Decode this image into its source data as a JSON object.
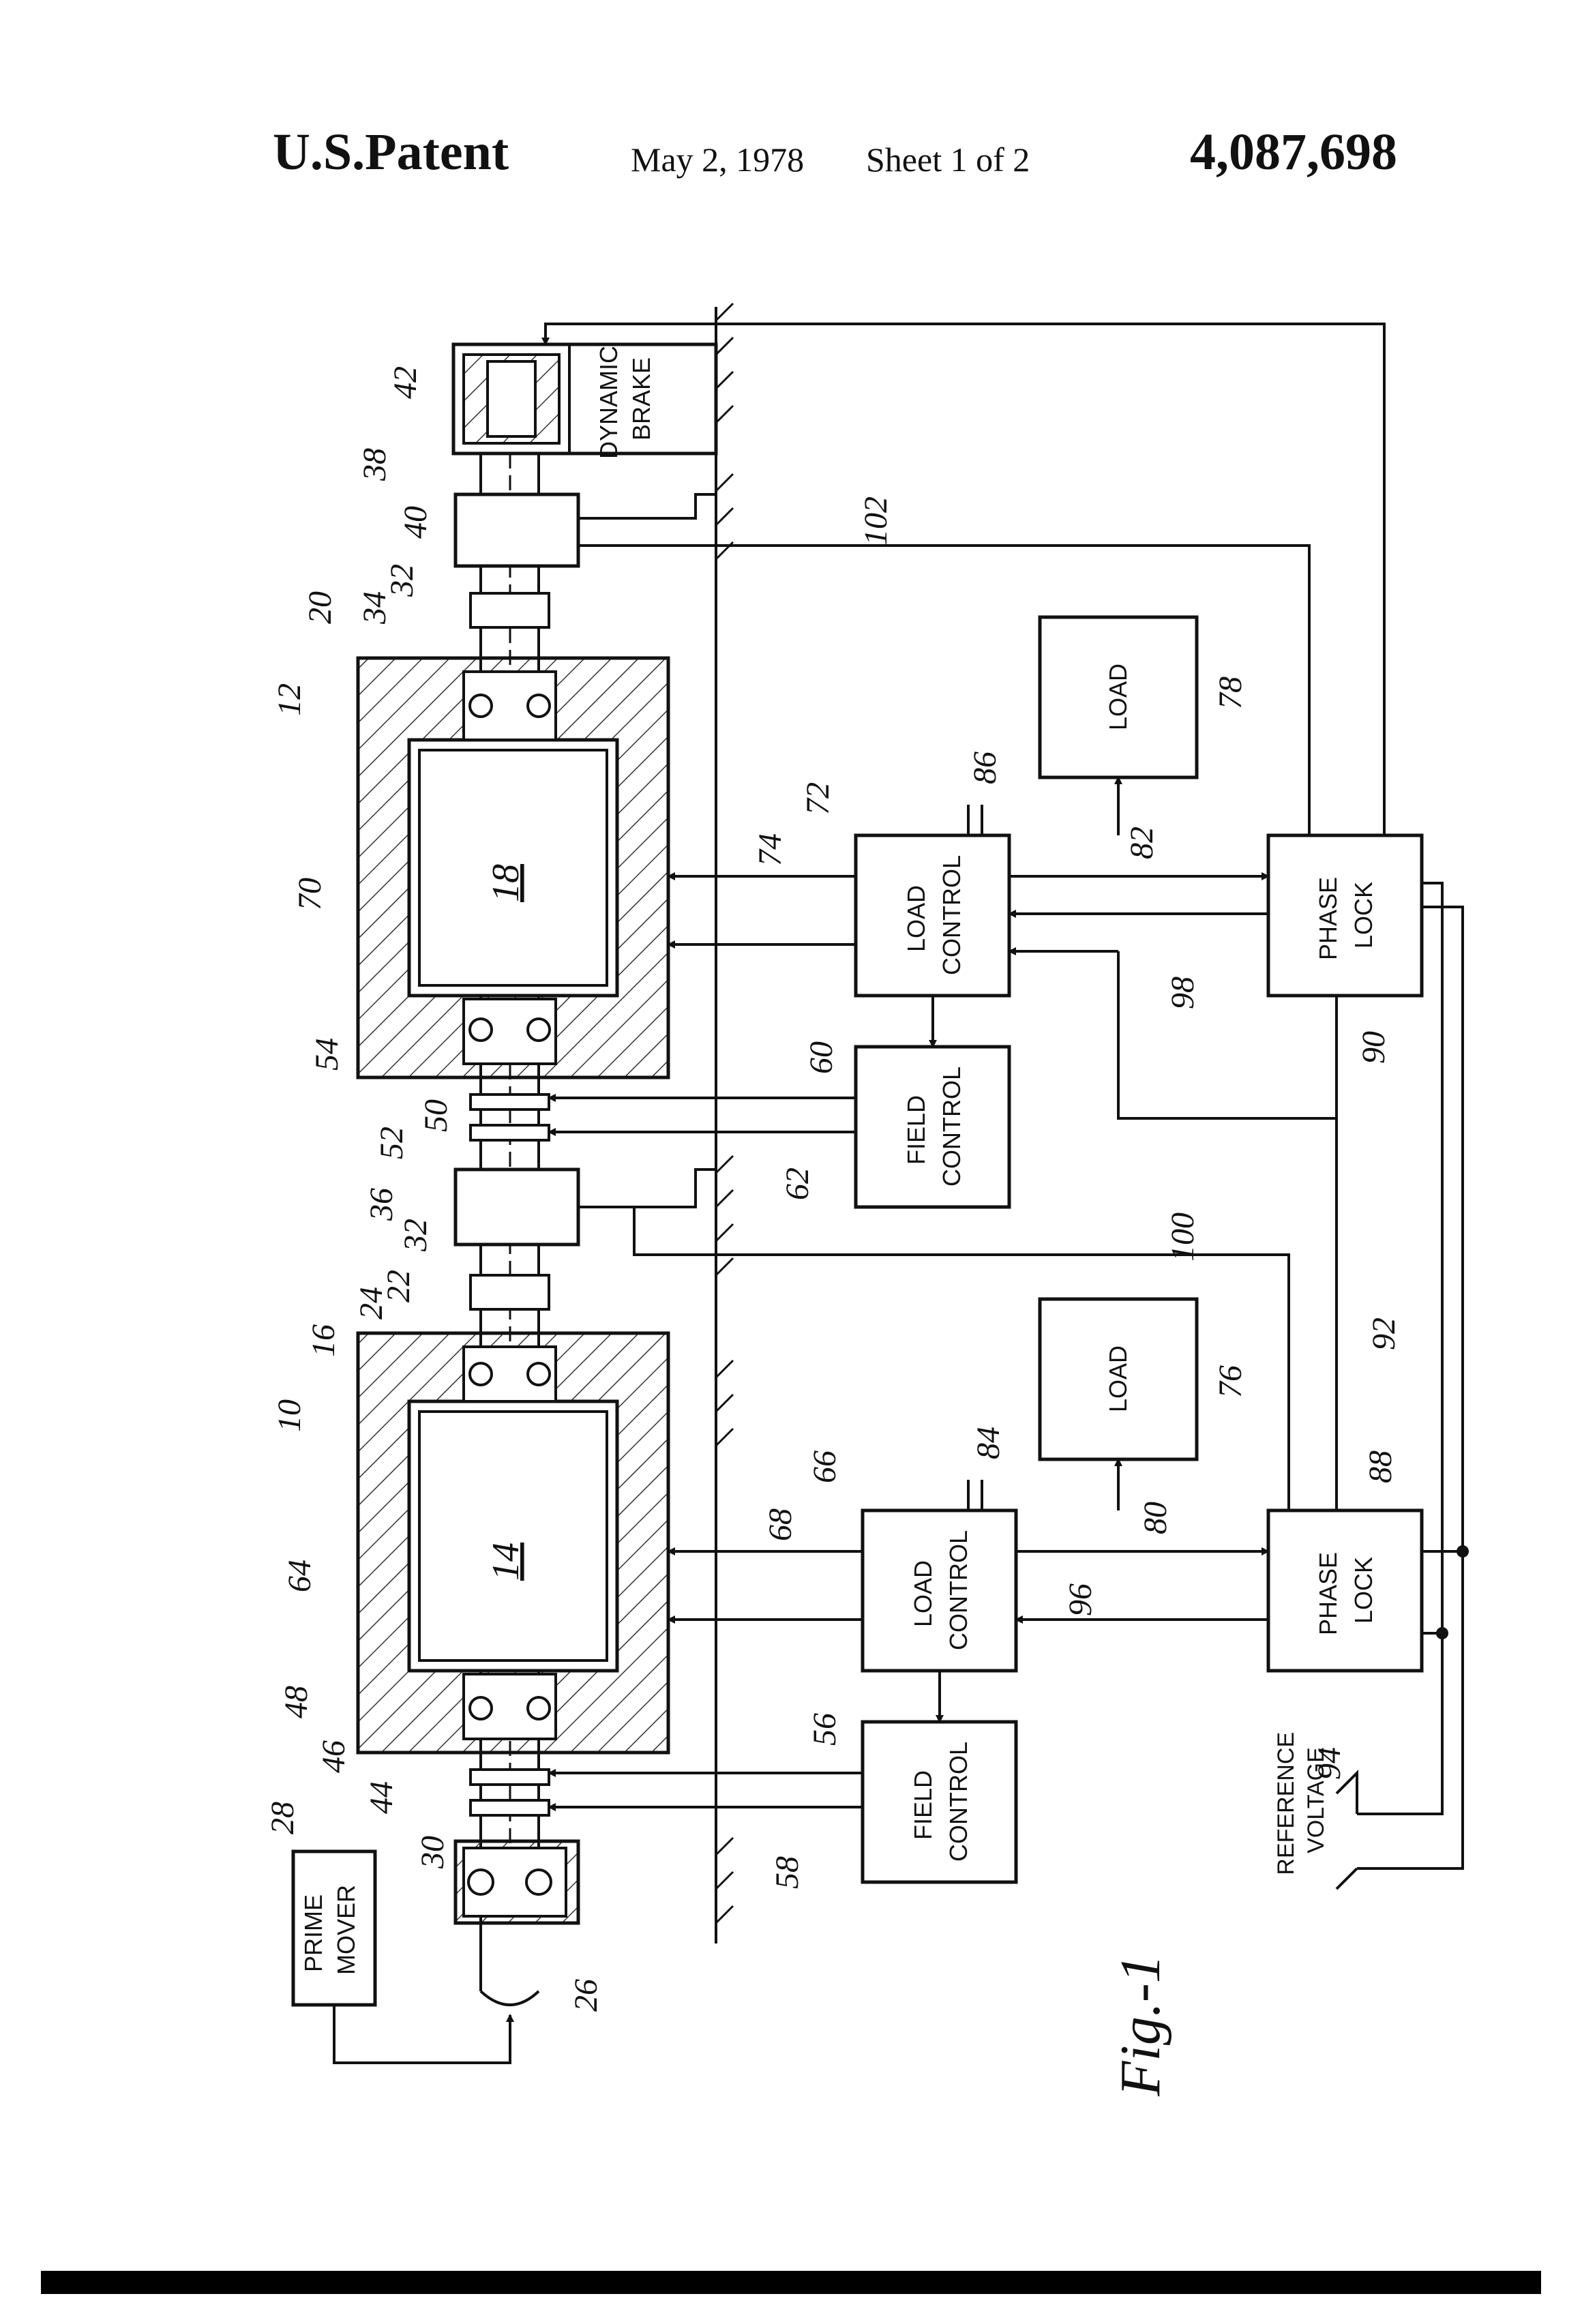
{
  "header": {
    "title": "U.S.Patent",
    "date": "May 2, 1978",
    "sheet": "Sheet 1 of 2",
    "patent_number": "4,087,698"
  },
  "blocks": {
    "prime_mover": [
      "PRIME",
      "MOVER"
    ],
    "dynamic_brake": [
      "DYNAMIC",
      "BRAKE"
    ],
    "load_control_upper": [
      "LOAD",
      "CONTROL"
    ],
    "load_control_lower": [
      "LOAD",
      "CONTROL"
    ],
    "field_control_upper": [
      "FIELD",
      "CONTROL"
    ],
    "field_control_lower": [
      "FIELD",
      "CONTROL"
    ],
    "phase_lock_upper": [
      "PHASE",
      "LOCK"
    ],
    "phase_lock_lower": [
      "PHASE",
      "LOCK"
    ],
    "load_upper": "LOAD",
    "load_lower": "LOAD",
    "reference_voltage": [
      "REFERENCE",
      "VOLTAGE"
    ]
  },
  "generator_labels": {
    "rotor_upper": "18",
    "rotor_lower": "14"
  },
  "reference_numerals": [
    "12",
    "20",
    "34",
    "32",
    "40",
    "38",
    "42",
    "102",
    "78",
    "86",
    "72",
    "74",
    "70",
    "82",
    "54",
    "60",
    "98",
    "90",
    "52",
    "50",
    "62",
    "36",
    "32",
    "100",
    "22",
    "24",
    "16",
    "10",
    "84",
    "66",
    "68",
    "64",
    "76",
    "80",
    "88",
    "96",
    "92",
    "48",
    "46",
    "44",
    "56",
    "28",
    "30",
    "58",
    "94",
    "26"
  ],
  "figure_label": "Fig.-1"
}
